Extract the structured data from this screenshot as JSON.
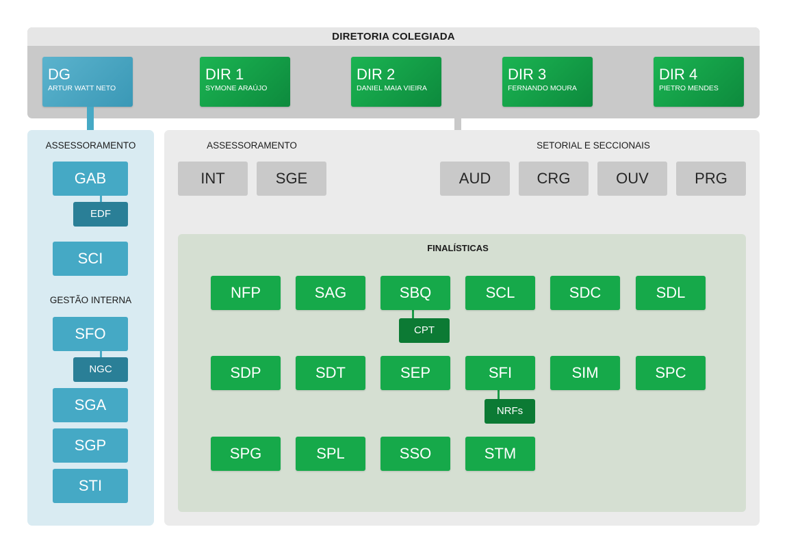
{
  "colors": {
    "board_background": "#c9c9c9",
    "board_header": "#e6e6e6",
    "blue": "#45a9c5",
    "dark_blue": "#2a7f97",
    "green": "#16a94a",
    "dark_green": "#0c7a34",
    "gray_box": "#c9c9c9",
    "left_panel": "#d9ebf2",
    "right_panel": "#ebebeb",
    "finalisticas_panel": "#d5dfd2"
  },
  "board": {
    "title": "DIRETORIA COLEGIADA",
    "directors": [
      {
        "code": "DG",
        "name": "ARTUR WATT NETO",
        "color": "blue"
      },
      {
        "code": "DIR 1",
        "name": "SYMONE ARAÚJO",
        "color": "green"
      },
      {
        "code": "DIR 2",
        "name": "DANIEL MAIA VIEIRA",
        "color": "green"
      },
      {
        "code": "DIR 3",
        "name": "FERNANDO MOURA",
        "color": "green"
      },
      {
        "code": "DIR 4",
        "name": "PIETRO MENDES",
        "color": "green"
      }
    ]
  },
  "left": {
    "assessoramento_title": "ASSESSORAMENTO",
    "gab": "GAB",
    "edf": "EDF",
    "sci": "SCI",
    "gestao_title": "GESTÃO INTERNA",
    "sfo": "SFO",
    "ngc": "NGC",
    "sga": "SGA",
    "sgp": "SGP",
    "sti": "STI"
  },
  "right": {
    "assessoramento_title": "ASSESSORAMENTO",
    "assessoramento_units": [
      "INT",
      "SGE"
    ],
    "setorial_title": "SETORIAL E SECCIONAIS",
    "setorial_units": [
      "AUD",
      "CRG",
      "OUV",
      "PRG"
    ],
    "finalisticas": {
      "title": "FINALÍSTICAS",
      "row1": [
        "NFP",
        "SAG",
        "SBQ",
        "SCL",
        "SDC",
        "SDL"
      ],
      "row2": [
        "SDP",
        "SDT",
        "SEP",
        "SFI",
        "SIM",
        "SPC"
      ],
      "row3": [
        "SPG",
        "SPL",
        "SSO",
        "STM"
      ],
      "cpt": "CPT",
      "nrfs": "NRFs"
    }
  }
}
